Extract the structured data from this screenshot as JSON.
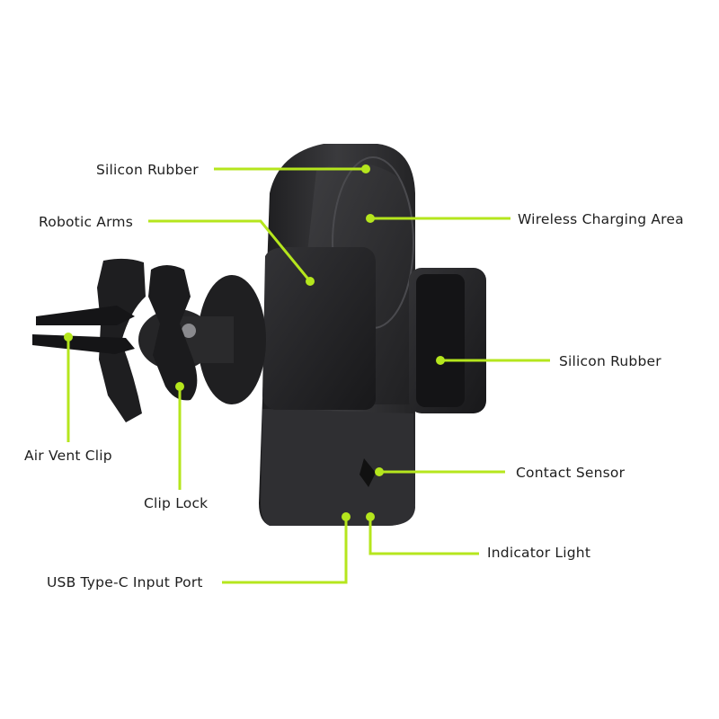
{
  "accent_color": "#b5e61d",
  "device_color": "#2a2a2c",
  "labels": {
    "silicon_rubber_top": "Silicon Rubber",
    "robotic_arms": "Robotic Arms",
    "wireless_charging_area": "Wireless Charging Area",
    "silicon_rubber_right": "Silicon Rubber",
    "air_vent_clip": "Air Vent Clip",
    "clip_lock": "Clip Lock",
    "contact_sensor": "Contact Sensor",
    "indicator_light": "Indicator Light",
    "usb_type_c_input_port": "USB Type-C Input Port"
  }
}
